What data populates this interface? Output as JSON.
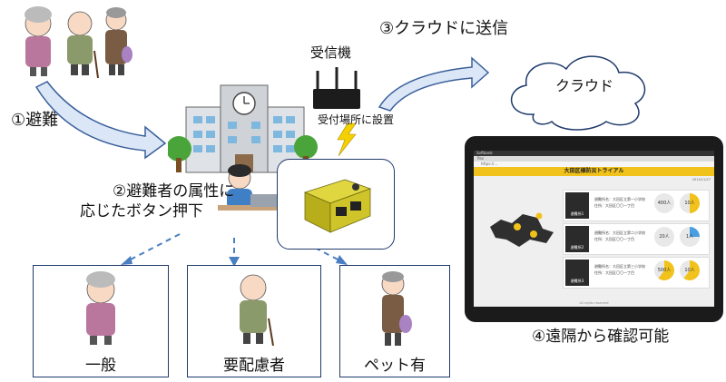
{
  "labels": {
    "step1": "①避難",
    "step2_line1": "②避難者の属性に",
    "step2_line2": "応じたボタン押下",
    "step3": "③クラウドに送信",
    "step4": "④遠隔から確認可能",
    "receiver": "受信機",
    "install": "受付場所に設置",
    "cloud": "クラウド"
  },
  "categories": [
    "一般",
    "要配慮者",
    "ペット有"
  ],
  "tablet": {
    "app_title": "大田区様防災トライアル",
    "status": "Softbank",
    "tab": "Pax",
    "address": "https://...",
    "date": "2014/11/27",
    "shelters": [
      {
        "name": "避難所1",
        "line1": "避難所名：大田区立第一小学校",
        "line2": "住所：大田区〇〇一丁目",
        "count": "400人",
        "count2": "10人",
        "fill": 0.5
      },
      {
        "name": "避難所2",
        "line1": "避難所名：大田区立第二小学校",
        "line2": "住所：大田区〇〇一丁目",
        "count": "20人",
        "count2": "1人",
        "fill": 0.25
      },
      {
        "name": "避難所3",
        "line1": "避難所名：大田区立第三小学校",
        "line2": "住所：大田区〇〇一丁目",
        "count": "500人",
        "count2": "10人",
        "fill": 0.6
      }
    ],
    "footer": "All rights reserved"
  },
  "colors": {
    "arrow_fill": "#dbe7f6",
    "arrow_stroke": "#3a5f9c",
    "dashed": "#4a7ec2",
    "accent": "#f1c21b",
    "box_border": "#1f3a6b"
  }
}
